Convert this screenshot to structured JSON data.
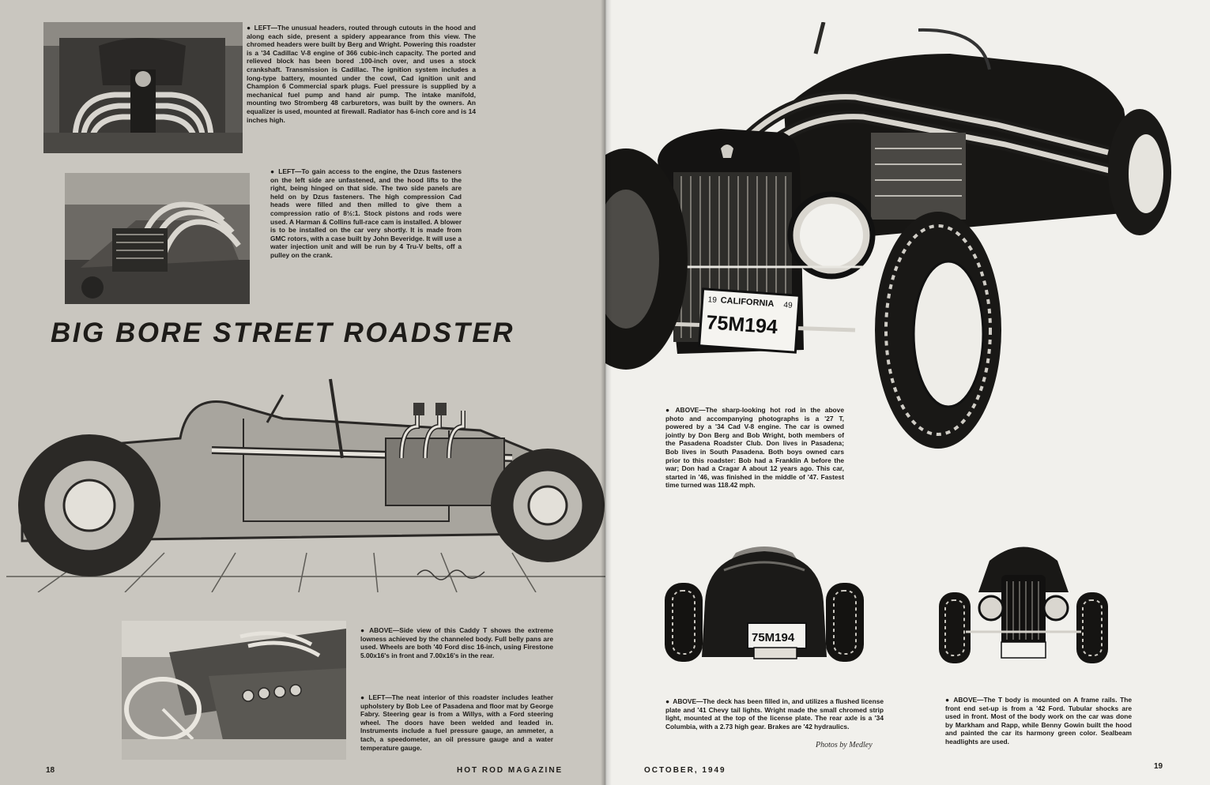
{
  "left_page": {
    "headline": "BIG BORE STREET ROADSTER",
    "captions": {
      "headers": "LEFT—The unusual headers, routed through cutouts in the hood and along each side, present a spidery appearance from this view. The chromed headers were built by Berg and Wright. Powering this roadster is a '34 Cadillac V-8 engine of 366 cubic-inch capacity. The ported and relieved block has been bored .100-inch over, and uses a stock crankshaft. Transmission is Cadillac. The ignition system includes a long-type battery, mounted under the cowl, Cad ignition unit and Champion 6 Commercial spark plugs. Fuel pressure is supplied by a mechanical fuel pump and hand air pump. The intake manifold, mounting two Stromberg 48 carburetors, was built by the owners. An equalizer is used, mounted at firewall. Radiator has 6-inch core and is 14 inches high.",
      "engine_access": "LEFT—To gain access to the engine, the Dzus fasteners on the left side are unfastened, and the hood lifts to the right, being hinged on that side. The two side panels are held on by Dzus fasteners. The high compression Cad heads were filled and then milled to give them a compression ratio of 8½:1. Stock pistons and rods were used. A Harman & Collins full-race cam is installed. A blower is to be installed on the car very shortly. It is made from GMC rotors, with a case built by John Beveridge. It will use a water injection unit and will be run by 4 Tru-V belts, off a pulley on the crank.",
      "side_view": "ABOVE—Side view of this Caddy T shows the extreme lowness achieved by the channeled body. Full belly pans are used. Wheels are both '40 Ford disc 16-inch, using Firestone 5.00x16's in front and 7.00x16's in the rear.",
      "interior": "LEFT—The neat interior of this roadster includes leather upholstery by Bob Lee of Pasadena and floor mat by George Fabry. Steering gear is from a Willys, with a Ford steering wheel. The doors have been welded and leaded in. Instruments include a fuel pressure gauge, an ammeter, a tach, a speedometer, an oil pressure gauge and a water temperature gauge."
    },
    "folio": "18",
    "running_head": "HOT ROD MAGAZINE"
  },
  "right_page": {
    "captions": {
      "main": "ABOVE—The sharp-looking hot rod in the above photo and accompanying photographs is a '27 T, powered by a '34 Cad V-8 engine. The car is owned jointly by Don Berg and Bob Wright, both members of the Pasadena Roadster Club. Don lives in Pasadena; Bob lives in South Pasadena. Both boys owned cars prior to this roadster: Bob had a Franklin A before the war; Don had a Cragar A about 12 years ago. This car, started in '46, was finished in the middle of '47. Fastest time turned was 118.42 mph.",
      "rear": "ABOVE—The deck has been filled in, and utilizes a flushed license plate and '41 Chevy tail lights. Wright made the small chromed strip light, mounted at the top of the license plate. The rear axle is a '34 Columbia, with a 2.73 high gear. Brakes are '42 hydraulics.",
      "front": "ABOVE—The T body is mounted on A frame rails. The front end set-up is from a '42 Ford. Tubular shocks are used in front. Most of the body work on the car was done by Markham and Rapp, while Benny Gowin built the hood and painted the car its harmony green color. Sealbeam headlights are used."
    },
    "photo_credit": "Photos by Medley",
    "license_plate": "75M194",
    "license_state": "CALIFORNIA",
    "plate_year_left": "19",
    "plate_year_right": "49",
    "running_head": "OCTOBER, 1949",
    "folio": "19"
  }
}
